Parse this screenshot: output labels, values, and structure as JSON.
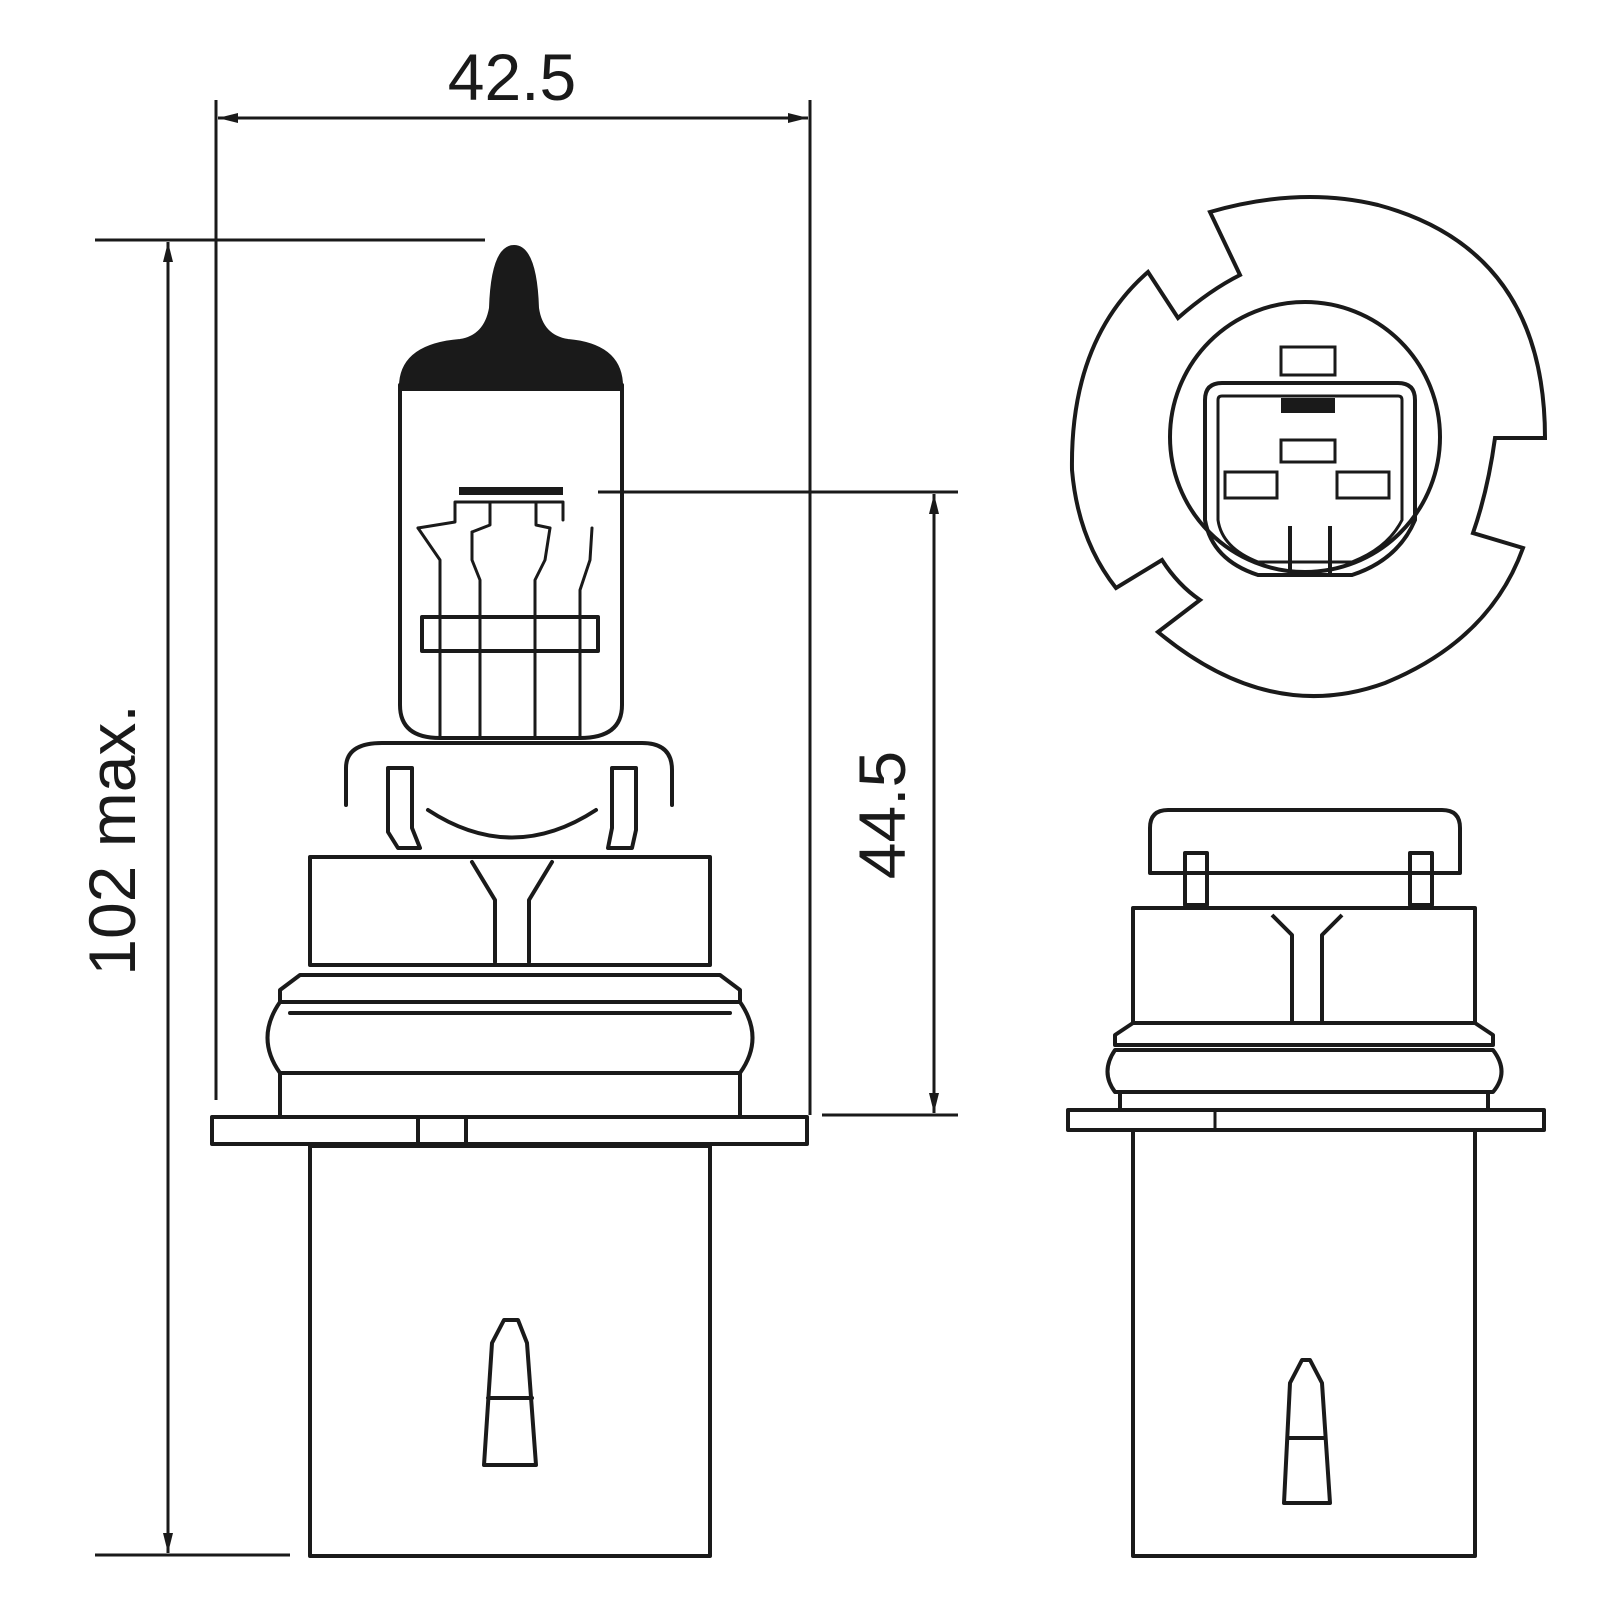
{
  "dimensions": {
    "width_label": "42.5",
    "height_max_label": "102 max.",
    "light_center_label": "44.5"
  },
  "colors": {
    "line": "#1a1a1a",
    "background": "#ffffff"
  }
}
